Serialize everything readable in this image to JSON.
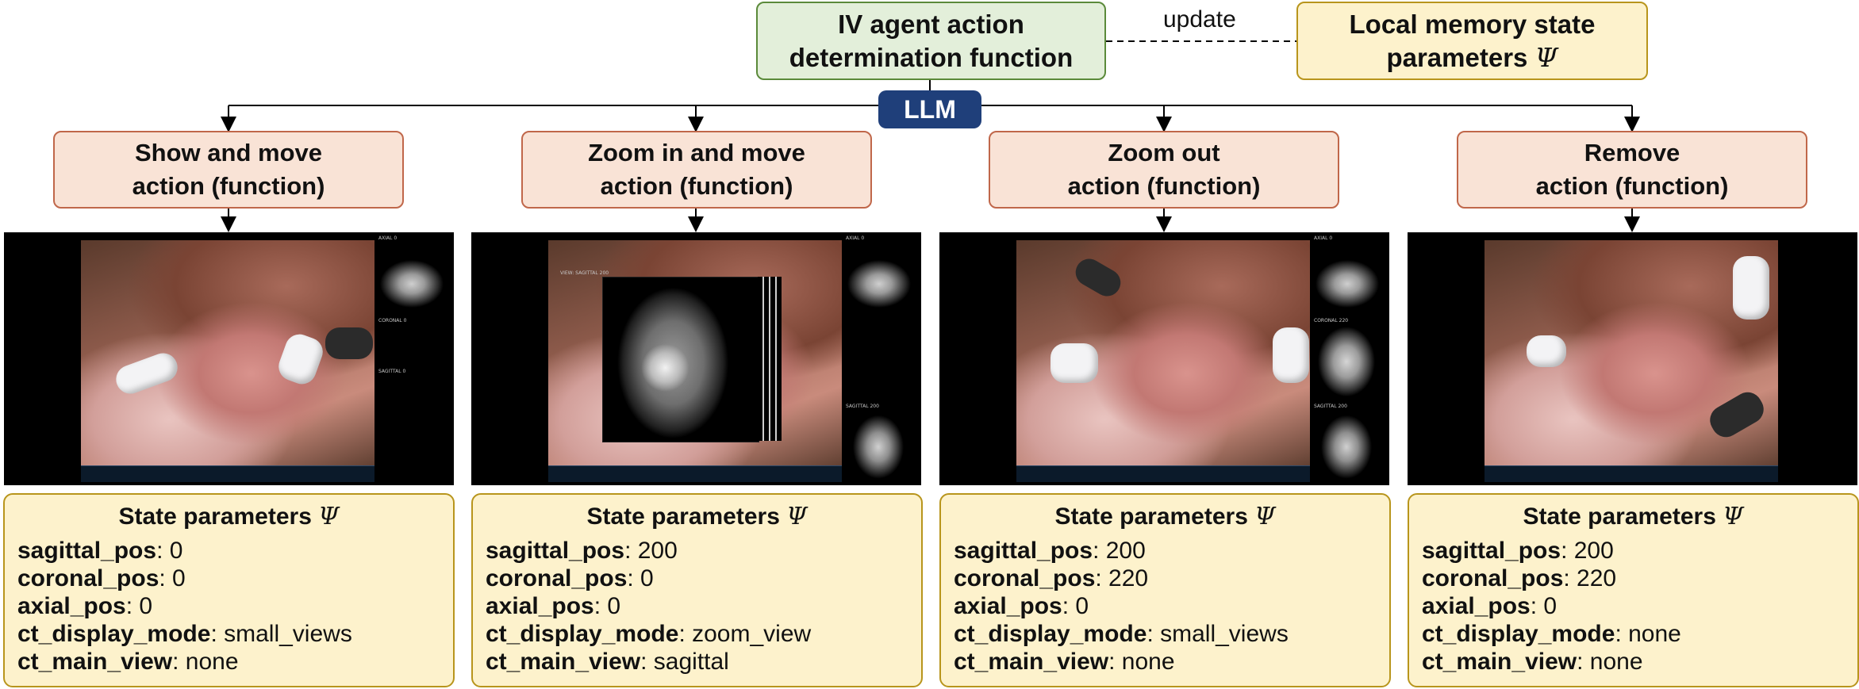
{
  "top": {
    "agent_function": [
      "IV agent action",
      "determination function"
    ],
    "memory": [
      "Local memory state",
      "parameters"
    ],
    "memory_symbol": "Ψ",
    "update_label": "update",
    "llm_label": "LLM"
  },
  "actions": [
    {
      "line1": "Show and move",
      "line2": "action (function)"
    },
    {
      "line1": "Zoom in and move",
      "line2": "action (function)"
    },
    {
      "line1": "Zoom out",
      "line2": "action (function)"
    },
    {
      "line1": "Remove",
      "line2": "action (function)"
    }
  ],
  "states": [
    {
      "title": "State parameters",
      "symbol": "Ψ",
      "params": [
        {
          "key": "sagittal_pos",
          "value": "0"
        },
        {
          "key": "coronal_pos",
          "value": "0"
        },
        {
          "key": "axial_pos",
          "value": "0"
        },
        {
          "key": "ct_display_mode",
          "value": "small_views"
        },
        {
          "key": "ct_main_view",
          "value": "none"
        }
      ]
    },
    {
      "title": "State parameters",
      "symbol": "Ψ",
      "params": [
        {
          "key": "sagittal_pos",
          "value": "200"
        },
        {
          "key": "coronal_pos",
          "value": "0"
        },
        {
          "key": "axial_pos",
          "value": "0"
        },
        {
          "key": "ct_display_mode",
          "value": "zoom_view"
        },
        {
          "key": "ct_main_view",
          "value": "sagittal"
        }
      ]
    },
    {
      "title": "State parameters",
      "symbol": "Ψ",
      "params": [
        {
          "key": "sagittal_pos",
          "value": "200"
        },
        {
          "key": "coronal_pos",
          "value": "220"
        },
        {
          "key": "axial_pos",
          "value": "0"
        },
        {
          "key": "ct_display_mode",
          "value": "small_views"
        },
        {
          "key": "ct_main_view",
          "value": "none"
        }
      ]
    },
    {
      "title": "State parameters",
      "symbol": "Ψ",
      "params": [
        {
          "key": "sagittal_pos",
          "value": "200"
        },
        {
          "key": "coronal_pos",
          "value": "220"
        },
        {
          "key": "axial_pos",
          "value": "0"
        },
        {
          "key": "ct_display_mode",
          "value": "none"
        },
        {
          "key": "ct_main_view",
          "value": "none"
        }
      ]
    }
  ],
  "screenshots": [
    {
      "axial": "AXIAL 0",
      "coronal": "CORONAL 0",
      "sagittal": "SAGITTAL 0"
    },
    {
      "axial": "AXIAL 0",
      "zoom": "VIEW: SAGITTAL 200",
      "sagittal": "SAGITTAL 200"
    },
    {
      "axial": "AXIAL 0",
      "coronal": "CORONAL 220",
      "sagittal": "SAGITTAL 200"
    },
    {}
  ]
}
